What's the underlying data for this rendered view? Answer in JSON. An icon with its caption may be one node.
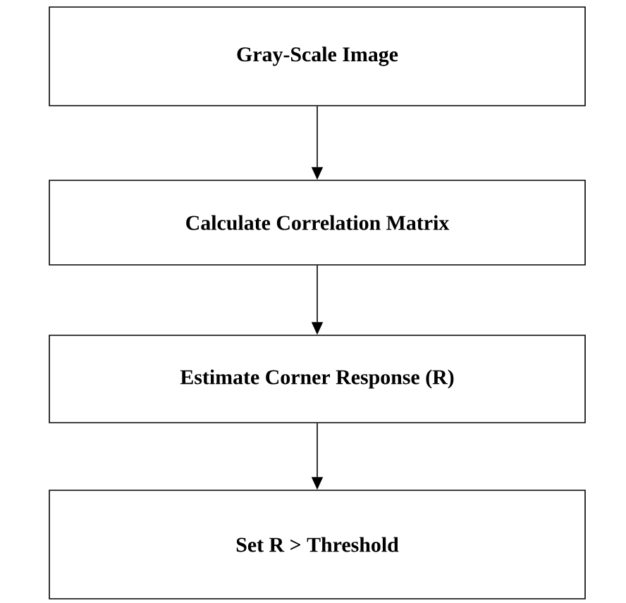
{
  "diagram": {
    "nodes": [
      {
        "text": [
          "Gray-Scale Image"
        ]
      },
      {
        "text": [
          "Calculate Correlation Matrix"
        ]
      },
      {
        "text": [
          "Estimate Corner Response (R)"
        ]
      },
      {
        "text": [
          "Set R > Threshold"
        ]
      }
    ],
    "edges": [
      {
        "from": 0,
        "to": 1,
        "arrow": "to"
      },
      {
        "from": 1,
        "to": 2,
        "arrow": "to"
      },
      {
        "from": 2,
        "to": 3,
        "arrow": "to"
      }
    ]
  }
}
